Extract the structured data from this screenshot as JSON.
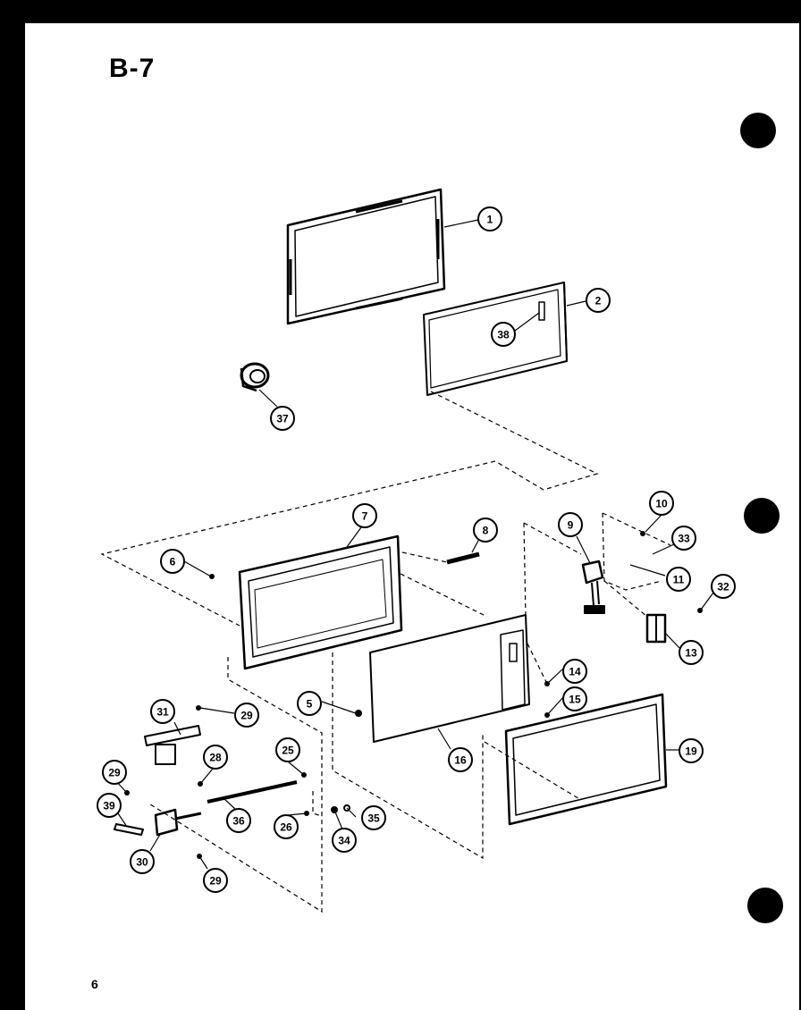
{
  "page": {
    "title": "B-7",
    "page_number": "6"
  },
  "callouts": [
    "1",
    "2",
    "38",
    "37",
    "10",
    "9",
    "8",
    "7",
    "6",
    "33",
    "11",
    "32",
    "13",
    "14",
    "15",
    "5",
    "16",
    "31",
    "29",
    "28",
    "25",
    "39",
    "36",
    "26",
    "35",
    "34",
    "30",
    "19"
  ],
  "colors": {
    "ink": "#000000",
    "paper": "#ffffff"
  }
}
